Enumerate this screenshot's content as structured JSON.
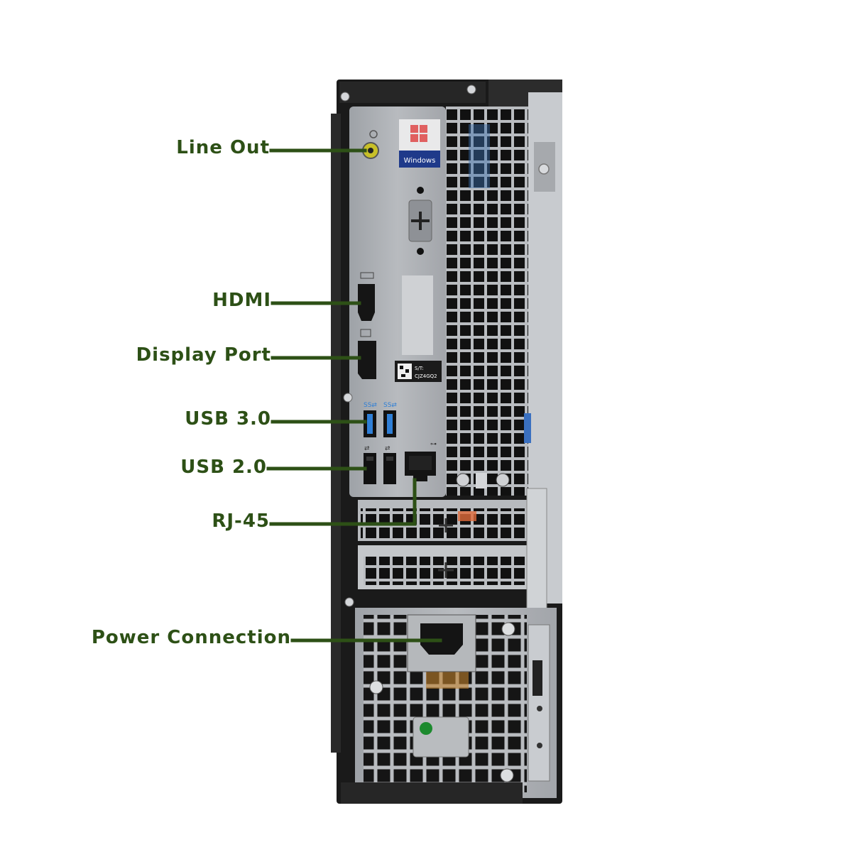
{
  "colors": {
    "label_green": "#2d5016",
    "chassis_black": "#1a1a1a",
    "panel_grey": "#a9acb0",
    "metal_light": "#c9ccd0",
    "usb3_blue": "#2f7fd6",
    "led_green": "#1c8a2e"
  },
  "sticker": {
    "os_badge": "Windows",
    "service_tag_label": "S/T:",
    "service_tag_value": "CJZ4GQ2"
  },
  "callouts": [
    {
      "id": "line-out",
      "label": "Line Out"
    },
    {
      "id": "hdmi",
      "label": "HDMI"
    },
    {
      "id": "display-port",
      "label": "Display Port"
    },
    {
      "id": "usb-3",
      "label": "USB 3.0"
    },
    {
      "id": "usb-2",
      "label": "USB 2.0"
    },
    {
      "id": "rj-45",
      "label": "RJ-45"
    },
    {
      "id": "power-connection",
      "label": "Power Connection"
    }
  ],
  "icons": [
    "windows-logo-icon",
    "headphone-icon",
    "hdmi-icon",
    "displayport-icon",
    "usb-ss-icon",
    "usb-icon",
    "network-icon",
    "screw-icon"
  ]
}
